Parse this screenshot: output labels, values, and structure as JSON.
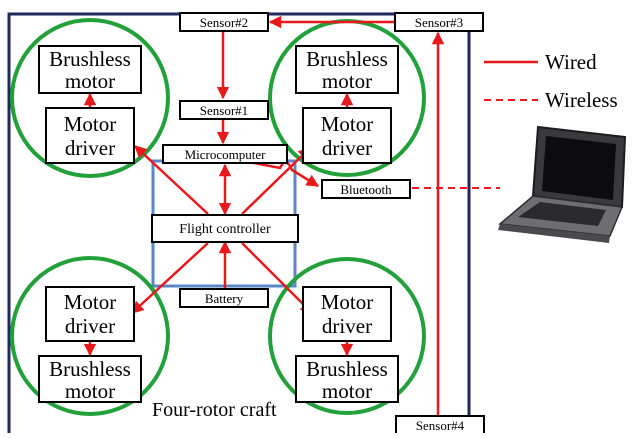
{
  "diagram": {
    "craft_label": "Four-rotor craft",
    "sensors": {
      "s1": "Sensor#1",
      "s2": "Sensor#2",
      "s3": "Sensor#3",
      "s4": "Sensor#4"
    },
    "microcomputer": "Microcomputer",
    "flight_controller": "Flight controller",
    "battery": "Battery",
    "bluetooth": "Bluetooth",
    "rotor_units": [
      {
        "driver": [
          "Motor",
          "driver"
        ],
        "motor": [
          "Brushless",
          "motor"
        ]
      },
      {
        "driver": [
          "Motor",
          "driver"
        ],
        "motor": [
          "Brushless",
          "motor"
        ]
      },
      {
        "driver": [
          "Motor",
          "driver"
        ],
        "motor": [
          "Brushless",
          "motor"
        ]
      },
      {
        "driver": [
          "Motor",
          "driver"
        ],
        "motor": [
          "Brushless",
          "motor"
        ]
      }
    ],
    "legend": {
      "wired": "Wired",
      "wireless": "Wireless"
    }
  },
  "colors": {
    "wire": "#e8191c",
    "circle": "#22a03a",
    "frame": "#1f2a5a",
    "controller_box": "#5a86c8"
  },
  "icons": {
    "laptop": "laptop-icon"
  }
}
